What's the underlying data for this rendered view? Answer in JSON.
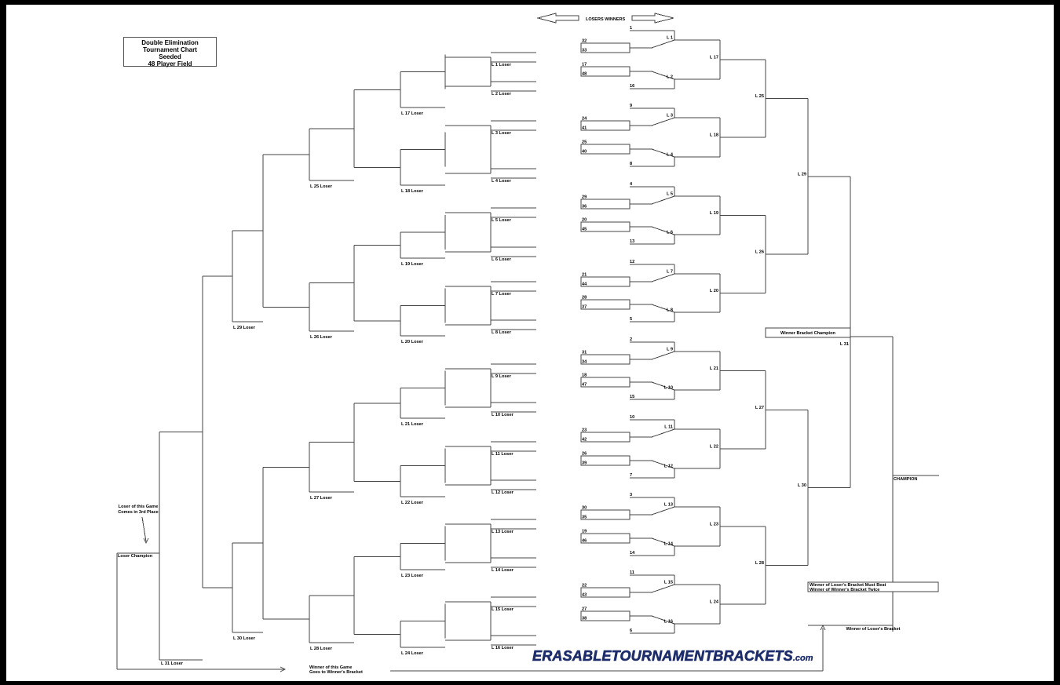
{
  "title_box": [
    "Double Elimination",
    "Tournament Chart",
    "Seeded",
    "48 Player Field"
  ],
  "legend": {
    "losers": "LOSERS",
    "winners": "WINNERS"
  },
  "winners_seeds": [
    [
      "32",
      "33"
    ],
    [
      "17",
      "48"
    ],
    [
      "24",
      "41"
    ],
    [
      "25",
      "40"
    ],
    [
      "29",
      "36"
    ],
    [
      "20",
      "45"
    ],
    [
      "21",
      "44"
    ],
    [
      "28",
      "37"
    ],
    [
      "31",
      "34"
    ],
    [
      "18",
      "47"
    ],
    [
      "23",
      "42"
    ],
    [
      "26",
      "39"
    ],
    [
      "30",
      "35"
    ],
    [
      "19",
      "46"
    ],
    [
      "22",
      "43"
    ],
    [
      "27",
      "38"
    ]
  ],
  "bye_seeds": [
    "1",
    "16",
    "9",
    "8",
    "4",
    "13",
    "12",
    "5",
    "2",
    "15",
    "10",
    "7",
    "3",
    "14",
    "11",
    "6"
  ],
  "winners_r1_labels": [
    "L 1",
    "L 2",
    "L 3",
    "L 4",
    "L 5",
    "L 6",
    "L 7",
    "L 8",
    "L 9",
    "L 10",
    "L 11",
    "L 12",
    "L 13",
    "L 14",
    "L 15",
    "L 16"
  ],
  "winners_r2_labels": [
    "L 17",
    "L 18",
    "L 19",
    "L 20",
    "L 21",
    "L 22",
    "L 23",
    "L 24"
  ],
  "winners_r3_labels": [
    "L 25",
    "L 26",
    "L 27",
    "L 28"
  ],
  "winners_r4_labels": [
    "L 29",
    "L 30"
  ],
  "winners_final_label": "L 31",
  "losers_r1_labels": [
    "L 1 Loser",
    "L 2 Loser",
    "L 3 Loser",
    "L 4 Loser",
    "L 5 Loser",
    "L 6 Loser",
    "L 7 Loser",
    "L 8 Loser",
    "L 9 Loser",
    "L 10 Loser",
    "L 11 Loser",
    "L 12 Loser",
    "L 13 Loser",
    "L 14 Loser",
    "L 15 Loser",
    "L 16 Loser"
  ],
  "losers_r3_labels": [
    "L 17 Loser",
    "L 18 Loser",
    "L 19 Loser",
    "L 20 Loser",
    "L 21 Loser",
    "L 22 Loser",
    "L 23 Loser",
    "L 24 Loser"
  ],
  "losers_r5_labels": [
    "L 25 Loser",
    "L 26 Loser",
    "L 27 Loser",
    "L 28 Loser"
  ],
  "losers_r7_labels": [
    "L 29 Loser",
    "L 30 Loser"
  ],
  "losers_r9_label": "L 31 Loser",
  "winner_bracket_champion": "Winner Bracket Champion",
  "champion": "CHAMPION",
  "loser_champion": "Loser Champion",
  "third_place_note": [
    "Loser of this Game",
    "Comes in 3rd Place"
  ],
  "winner_goes_note": [
    "Winner of this Game",
    "Goes to Winner's Bracket"
  ],
  "must_beat_note": [
    "Winner of Loser's Bracket Must Beat",
    "Winner of Winner's Bracket Twice"
  ],
  "winner_losers_bracket": "Winner of Loser's Bracket",
  "logo": {
    "main": "ERASABLETOURNAMENTBRACKETS",
    "suffix": ".com",
    "color": "#1d2d6b"
  }
}
